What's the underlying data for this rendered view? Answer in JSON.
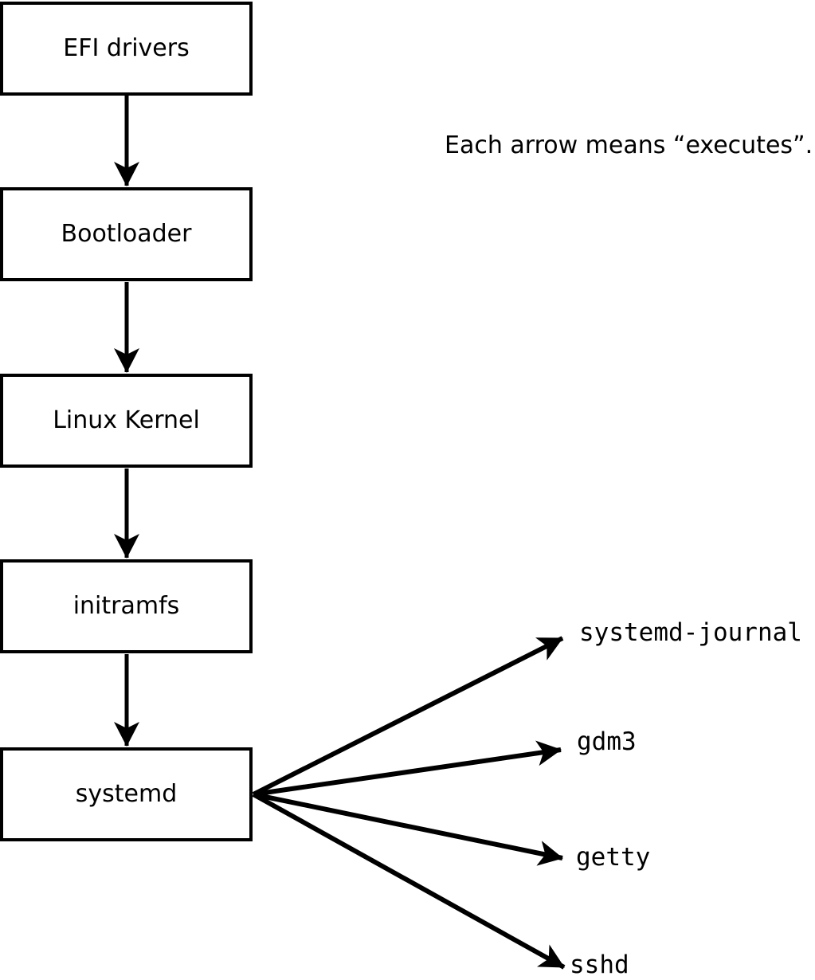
{
  "diagram": {
    "title_annotation": "Each arrow means “executes”.",
    "chain": [
      {
        "label": "EFI drivers"
      },
      {
        "label": "Bootloader"
      },
      {
        "label": "Linux Kernel"
      },
      {
        "label": "initramfs"
      },
      {
        "label": "systemd"
      }
    ],
    "spawned_processes": [
      {
        "label": "systemd-journal"
      },
      {
        "label": "gdm3"
      },
      {
        "label": "getty"
      },
      {
        "label": "sshd"
      }
    ],
    "colors": {
      "line": "#000000",
      "box_fill": "#ffffff",
      "text": "#000000",
      "bg": "#ffffff"
    }
  }
}
